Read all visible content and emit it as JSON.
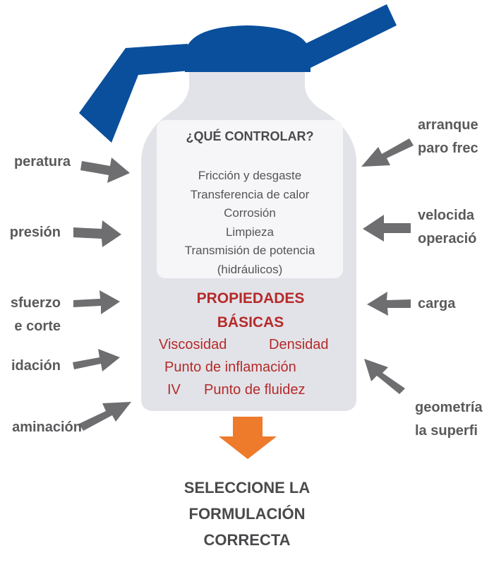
{
  "control_title": "¿QUÉ CONTROLAR?",
  "control_items": [
    "Fricción y desgaste",
    "Transferencia de calor",
    "Corrosión",
    "Limpieza",
    "Transmisión de potencia",
    "(hidráulicos)"
  ],
  "properties": {
    "title_line1": "PROPIEDADES",
    "title_line2": "BÁSICAS",
    "items": [
      "Viscosidad",
      "Densidad",
      "Punto de inflamación",
      "IV",
      "Punto de fluidez"
    ]
  },
  "left_factors": [
    {
      "lines": [
        "peratura"
      ]
    },
    {
      "lines": [
        "presión"
      ]
    },
    {
      "lines": [
        "sfuerzo",
        "e corte"
      ]
    },
    {
      "lines": [
        "idación"
      ]
    },
    {
      "lines": [
        "aminación"
      ]
    }
  ],
  "right_factors": [
    {
      "lines": [
        "arranque",
        "paro frec"
      ]
    },
    {
      "lines": [
        "velocida",
        "operació"
      ]
    },
    {
      "lines": [
        "carga"
      ]
    },
    {
      "lines": [
        "geometría",
        "la superfi"
      ]
    }
  ],
  "selection": {
    "line1": "SELECCIONE LA",
    "line2": "FORMULACIÓN",
    "line3": "CORRECTA"
  },
  "colors": {
    "cap_blue": "#0a4f9c",
    "bottle_gray": "#e2e3e8",
    "panel_white": "#f6f6f8",
    "arrow_gray": "#6e6e70",
    "accent_red": "#b52a2a",
    "down_arrow_orange": "#ee7a2c",
    "text_gray": "#4a4a4c"
  }
}
